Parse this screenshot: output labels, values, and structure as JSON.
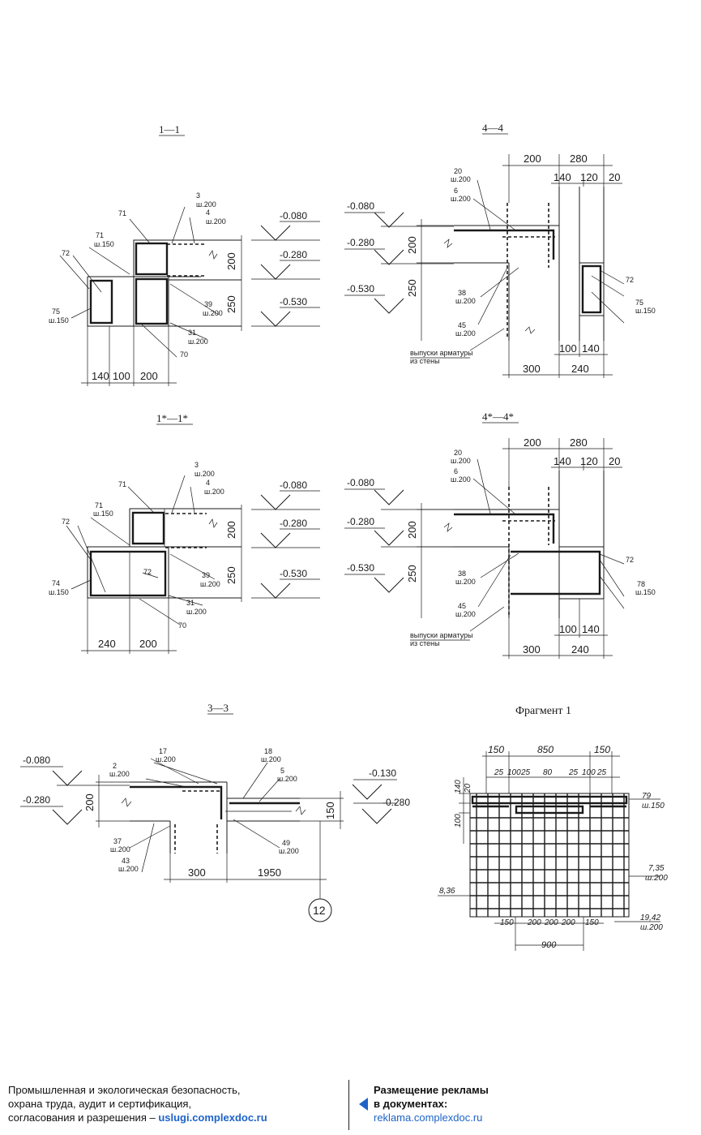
{
  "sections": {
    "s11": {
      "title": "1—1",
      "marks": [
        "-0.080",
        "-0.280",
        "-0.530"
      ],
      "dims_bottom": [
        "140",
        "100",
        "200"
      ],
      "dims_right": [
        "200",
        "250"
      ],
      "labels": {
        "l3": "3",
        "l3b": "ш.200",
        "l4": "4",
        "l4b": "ш.200",
        "l71": "71",
        "l71b": "71",
        "l71c": "ш.150",
        "l72": "72",
        "l75": "75",
        "l75b": "ш.150",
        "l39": "39",
        "l39b": "ш.200",
        "l31": "31",
        "l31b": "ш.200",
        "l70": "70"
      }
    },
    "s44": {
      "title": "4—4",
      "marks": [
        "-0.080",
        "-0.280",
        "-0.530"
      ],
      "dims_top": [
        "200",
        "280",
        "140",
        "120",
        "20"
      ],
      "dims_bottom": [
        "100",
        "140",
        "300",
        "240"
      ],
      "dims_left": [
        "200",
        "250"
      ],
      "labels": {
        "l20": "20",
        "l20b": "ш.200",
        "l6": "6",
        "l6b": "ш.200",
        "l38": "38",
        "l38b": "ш.200",
        "l45": "45",
        "l45b": "ш.200",
        "l72": "72",
        "l75": "75",
        "l75b": "ш.150",
        "note1": "выпуски арматуры",
        "note2": "из стены"
      }
    },
    "s11s": {
      "title": "1*—1*",
      "marks": [
        "-0.080",
        "-0.280",
        "-0.530"
      ],
      "dims_bottom": [
        "240",
        "200"
      ],
      "dims_right": [
        "200",
        "250"
      ],
      "labels": {
        "l3": "3",
        "l3b": "ш.200",
        "l4": "4",
        "l4b": "ш.200",
        "l71": "71",
        "l71b": "71",
        "l71c": "ш.150",
        "l72": "72",
        "l72b": "72",
        "l74": "74",
        "l74b": "ш.150",
        "l39": "39",
        "l39b": "ш.200",
        "l31": "31",
        "l31b": "ш.200",
        "l70": "70"
      }
    },
    "s44s": {
      "title": "4*—4*",
      "marks": [
        "-0.080",
        "-0.280",
        "-0.530"
      ],
      "dims_top": [
        "200",
        "280",
        "140",
        "120",
        "20"
      ],
      "dims_bottom": [
        "100",
        "140",
        "300",
        "240"
      ],
      "dims_left": [
        "200",
        "250"
      ],
      "labels": {
        "l20": "20",
        "l20b": "ш.200",
        "l6": "6",
        "l6b": "ш.200",
        "l38": "38",
        "l38b": "ш.200",
        "l45": "45",
        "l45b": "ш.200",
        "l72": "72",
        "l78": "78",
        "l78b": "ш.150",
        "note1": "выпуски арматуры",
        "note2": "из стены"
      }
    },
    "s33": {
      "title": "3—3",
      "marks": [
        "-0.080",
        "-0.280",
        "-0.130",
        "-0.280"
      ],
      "dims": [
        "200",
        "150",
        "300",
        "1950"
      ],
      "axis": "12",
      "labels": {
        "l17": "17",
        "l17b": "ш.200",
        "l2": "2",
        "l2b": "ш.200",
        "l18": "18",
        "l18b": "ш.200",
        "l5": "5",
        "l5b": "ш.200",
        "l37": "37",
        "l37b": "ш.200",
        "l43": "43",
        "l43b": "ш.200",
        "l49": "49",
        "l49b": "ш.200"
      }
    },
    "frag": {
      "title": "Фрагмент 1",
      "dims_top": [
        "150",
        "850",
        "150"
      ],
      "dims_top2": [
        "25",
        "100",
        "25",
        "80",
        "25",
        "100",
        "25"
      ],
      "dims_left": [
        "140",
        "20",
        "100"
      ],
      "dims_bottom": [
        "150",
        "200",
        "200",
        "200",
        "150"
      ],
      "dim_900": "900",
      "labels": {
        "l79": "79",
        "l79b": "ш.150",
        "l735": "7,35",
        "l735b": "ш.200",
        "l836": "8,36",
        "l1942": "19,42",
        "l1942b": "ш.200"
      }
    }
  },
  "footer": {
    "left1": "Промышленная и экологическая безопасность,",
    "left2": "охрана труда, аудит и сертификация,",
    "left3": "согласования и разрешения – ",
    "left_link": "uslugi.complexdoc.ru",
    "right1": "Размещение рекламы",
    "right2": "в документах:",
    "right_link": "reklama.complexdoc.ru"
  }
}
